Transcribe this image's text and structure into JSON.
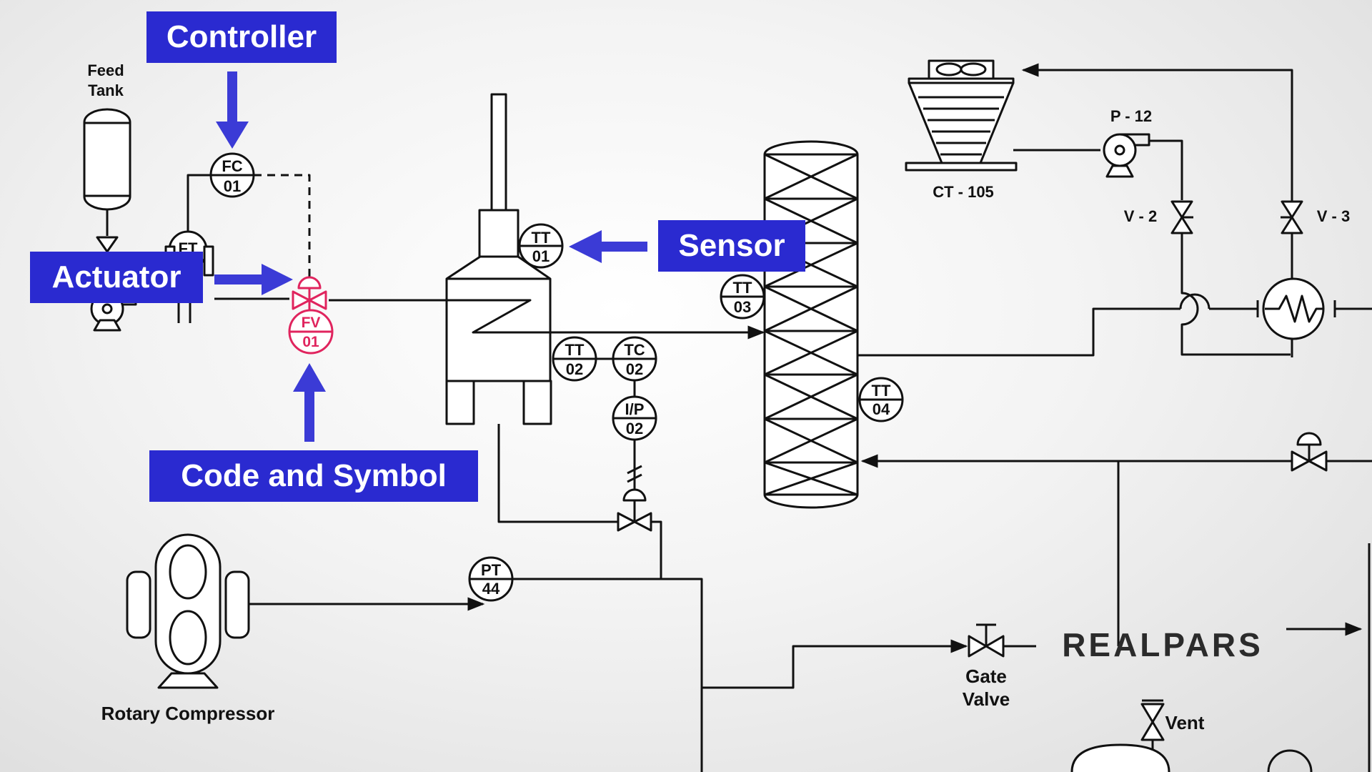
{
  "callouts": {
    "controller": "Controller",
    "actuator": "Actuator",
    "sensor": "Sensor",
    "code_symbol": "Code and Symbol"
  },
  "labels": {
    "feed_tank_line1": "Feed",
    "feed_tank_line2": "Tank",
    "rotary_compressor": "Rotary Compressor",
    "cooling_tower": "CT - 105",
    "pump": "P - 12",
    "valve_v2": "V - 2",
    "valve_v3": "V - 3",
    "gate_valve_line1": "Gate",
    "gate_valve_line2": "Valve",
    "vent": "Vent",
    "logo": "REALPARS"
  },
  "instruments": {
    "fc01": {
      "code": "FC",
      "num": "01"
    },
    "ft": {
      "code": "FT",
      "num": ""
    },
    "fv01": {
      "code": "FV",
      "num": "01"
    },
    "tt01": {
      "code": "TT",
      "num": "01"
    },
    "tt02": {
      "code": "TT",
      "num": "02"
    },
    "tc02": {
      "code": "TC",
      "num": "02"
    },
    "ip02": {
      "code": "I/P",
      "num": "02"
    },
    "tt03": {
      "code": "TT",
      "num": "03"
    },
    "tt04": {
      "code": "TT",
      "num": "04"
    },
    "pt44": {
      "code": "PT",
      "num": "44"
    }
  },
  "colors": {
    "callout_bg": "#2a2ad0",
    "arrow": "#3b3bd6",
    "highlight": "#e0245e",
    "line": "#111111"
  }
}
